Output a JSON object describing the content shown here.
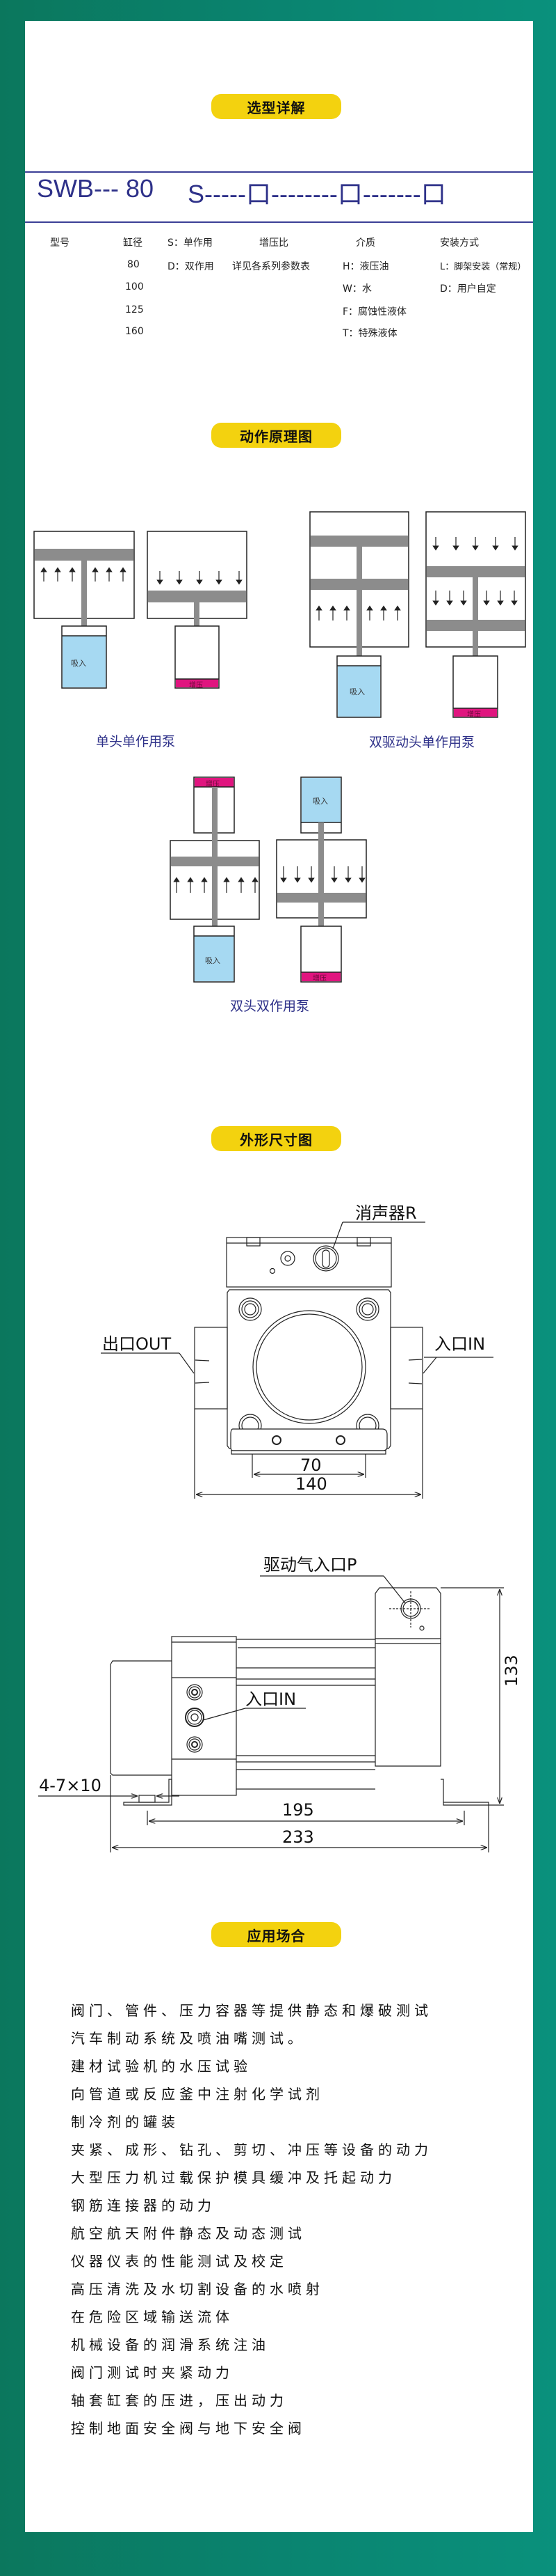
{
  "colors": {
    "frame_green_left": "#0b775d",
    "frame_green_right": "#0a917c",
    "badge_yellow": "#f3d20f",
    "navy_text": "#2e3189",
    "suction_blue": "#a6d9f2",
    "pressure_magenta": "#e0157f",
    "piston_gray": "#8c8c8c"
  },
  "sections": {
    "selection": {
      "title": "选型详解",
      "code": {
        "model": "SWB--- 80",
        "pattern": "S-----口--------口-------口"
      },
      "columns": [
        {
          "header": "型号",
          "values": []
        },
        {
          "header": "缸径",
          "values": [
            "80",
            "100",
            "125",
            "160"
          ]
        },
        {
          "header": "S：单作用",
          "values": [
            "D：双作用"
          ]
        },
        {
          "header": "增压比",
          "values": [
            "详见各系列参数表"
          ]
        },
        {
          "header": "介质",
          "values": [
            "H：液压油",
            "W：水",
            "F：腐蚀性液体",
            "T：特殊液体"
          ]
        },
        {
          "header": "安装方式",
          "values": [
            "L：脚架安装（常规）",
            "D：用户自定"
          ]
        }
      ]
    },
    "principle": {
      "title": "动作原理图",
      "diagram_labels": {
        "suction": "吸入",
        "pressurize": "增压"
      },
      "captions": {
        "single_head_single_acting": "单头单作用泵",
        "dual_drive_single_acting": "双驱动头单作用泵",
        "double_head_double_acting": "双头双作用泵"
      }
    },
    "dimensions": {
      "title": "外形尺寸图",
      "front_view": {
        "muffler_label": "消声器R",
        "outlet_label": "出口OUT",
        "inlet_label": "入口IN",
        "dim_inner": "70",
        "dim_outer": "140"
      },
      "side_view": {
        "drive_air_label": "驱动气入口P",
        "inlet_label": "入口IN",
        "mount_holes": "4-7×10",
        "dim_height": "133",
        "dim_hole_span": "195",
        "dim_overall": "233"
      }
    },
    "applications": {
      "title": "应用场合",
      "items": [
        "阀门、管件、压力容器等提供静态和爆破测试",
        "汽车制动系统及喷油嘴测试。",
        "建材试验机的水压试验",
        "向管道或反应釜中注射化学试剂",
        "制冷剂的罐装",
        "夹紧、成形、钻孔、剪切、冲压等设备的动力",
        "大型压力机过载保护模具缓冲及托起动力",
        "钢筋连接器的动力",
        "航空航天附件静态及动态测试",
        "仪器仪表的性能测试及校定",
        "高压清洗及水切割设备的水喷射",
        "在危险区域输送流体",
        "机械设备的润滑系统注油",
        "阀门测试时夹紧动力",
        "轴套缸套的压进，压出动力",
        "控制地面安全阀与地下安全阀"
      ]
    }
  }
}
